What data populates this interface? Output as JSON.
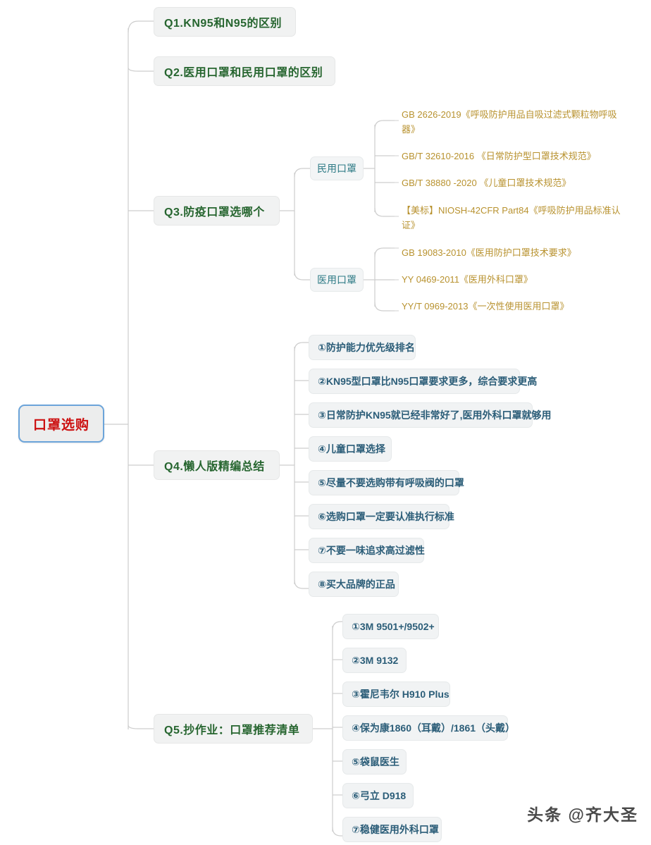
{
  "mindmap": {
    "root": {
      "label": "口罩选购"
    },
    "branches": [
      {
        "label": "Q1.KN95和N95的区别"
      },
      {
        "label": "Q2.医用口罩和民用口罩的区别"
      },
      {
        "label": "Q3.防疫口罩选哪个",
        "groups": [
          {
            "label": "民用口罩",
            "leaves": [
              "GB 2626-2019《呼吸防护用品自吸过滤式颗粒物呼吸器》",
              "GB/T 32610-2016 《日常防护型口罩技术规范》",
              "GB/T 38880 -2020 《儿童口罩技术规范》",
              "【美标】NIOSH-42CFR Part84《呼吸防护用品标准认证》"
            ]
          },
          {
            "label": "医用口罩",
            "leaves": [
              "GB 19083-2010《医用防护口罩技术要求》",
              "YY 0469-2011《医用外科口罩》",
              "YY/T 0969-2013《一次性使用医用口罩》"
            ]
          }
        ]
      },
      {
        "label": "Q4.懒人版精编总结",
        "items": [
          "①防护能力优先级排名",
          "②KN95型口罩比N95口罩要求更多，综合要求更高",
          "③日常防护KN95就已经非常好了,医用外科口罩就够用",
          "④儿童口罩选择",
          "⑤尽量不要选购带有呼吸阀的口罩",
          "⑥选购口罩一定要认准执行标准",
          "⑦不要一味追求高过滤性",
          "⑧买大品牌的正品"
        ]
      },
      {
        "label": "Q5.抄作业：口罩推荐清单",
        "items": [
          "①3M 9501+/9502+",
          "②3M 9132",
          "③霍尼韦尔 H910 Plus",
          "④保为康1860（耳戴）/1861（头戴）",
          "⑤袋鼠医生",
          "⑥弓立 D918",
          "⑦稳健医用外科口罩"
        ]
      }
    ]
  },
  "watermark": {
    "text": "头条 @齐大圣"
  },
  "colors": {
    "root_text": "#cc1111",
    "root_border": "#6ba4da",
    "branch_text": "#26652f",
    "group_text": "#2d7a85",
    "leaf_text": "#b8922f",
    "item_text": "#2b5d78",
    "node_fill": "#f1f2f2",
    "connector": "#cdcdcd"
  }
}
